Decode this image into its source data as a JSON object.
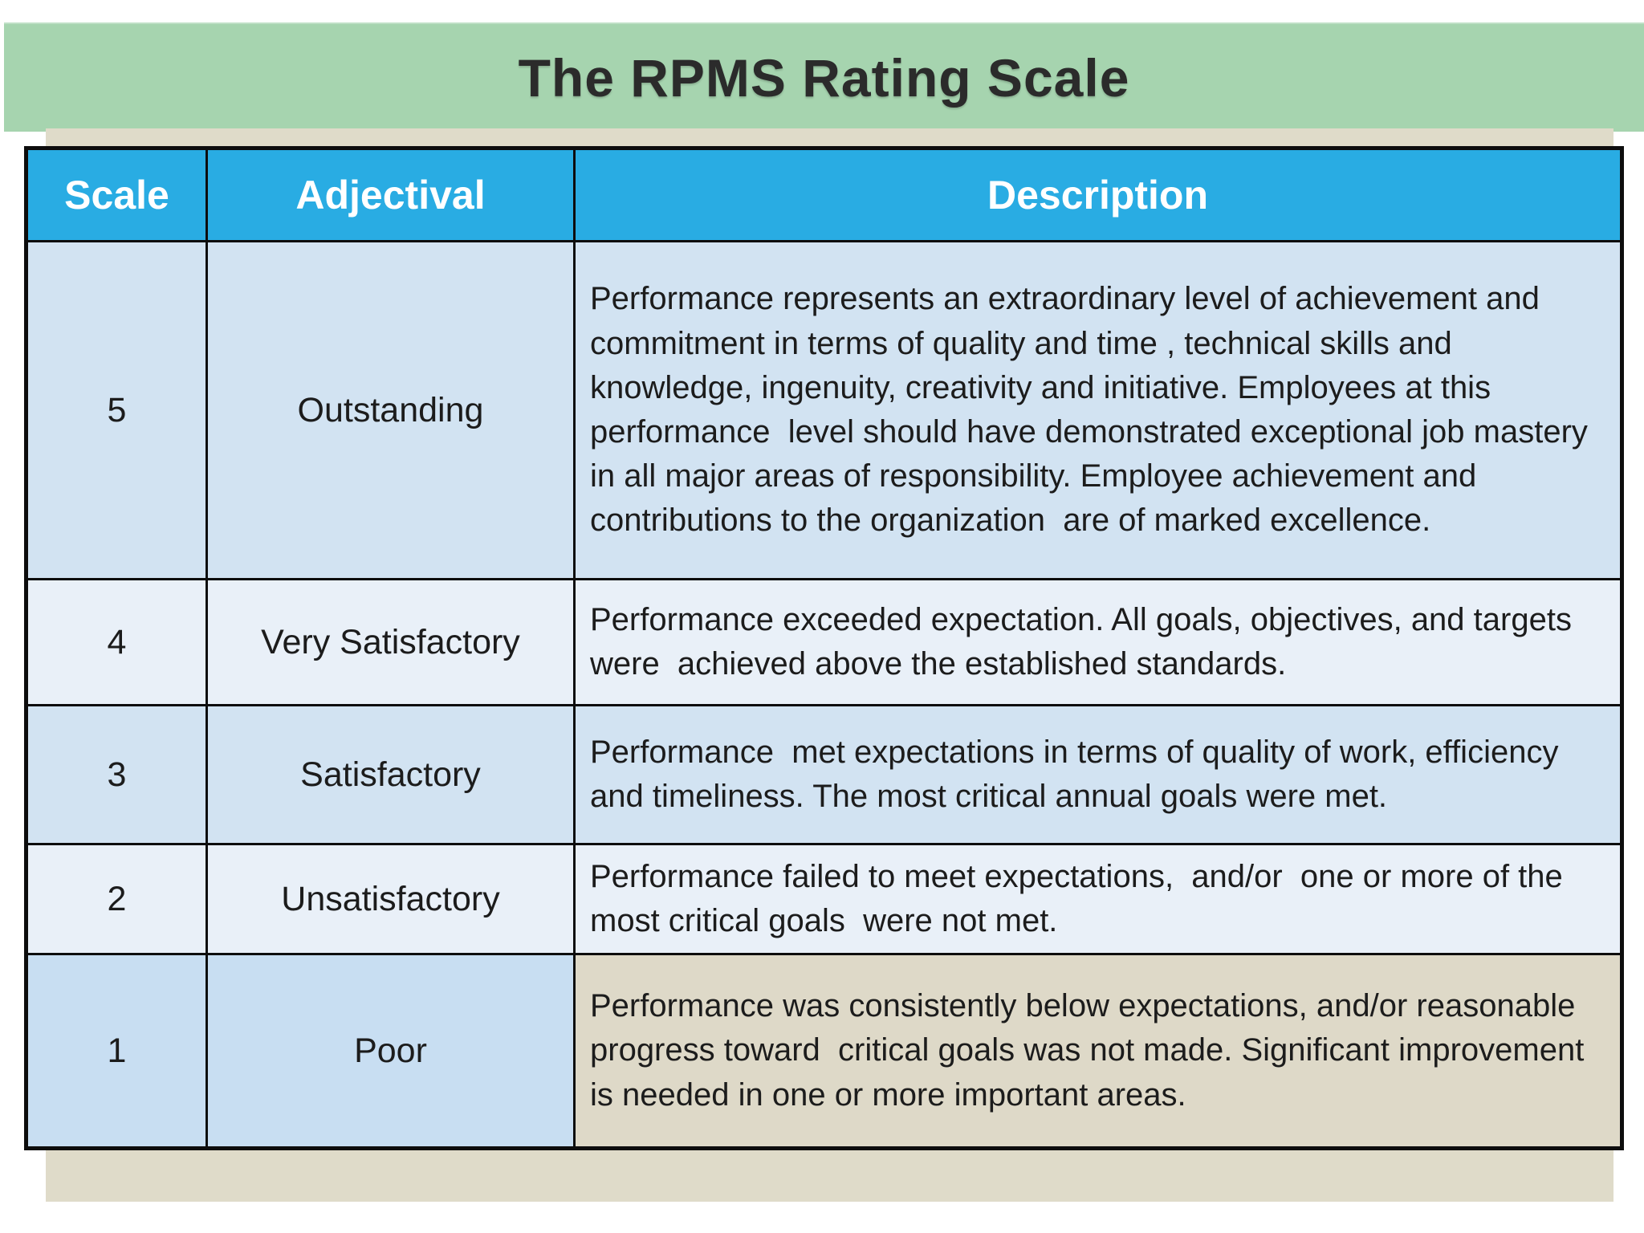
{
  "title": "The RPMS Rating Scale",
  "colors": {
    "title_band_green": "#a6d4af",
    "header_blue": "#29ace3",
    "row_light_blue": "#d2e3f2",
    "row_lighter_blue": "#e9f0f8",
    "last_row_blue": "#c8def2",
    "last_row_desc_beige": "#ded9c8",
    "page_panel_beige": "#dfdbc9",
    "border_black": "#0d0d0d",
    "header_text": "#ffffff",
    "body_text": "#1c1c1c"
  },
  "table": {
    "headers": [
      "Scale",
      "Adjectival",
      "Description"
    ],
    "rows": [
      {
        "scale": "5",
        "adjectival": "Outstanding",
        "description": "Performance represents an extraordinary level of achievement and commitment in terms of quality and time , technical skills and knowledge, ingenuity, creativity and initiative. Employees at this performance  level should have demonstrated exceptional job mastery in all major areas of responsibility. Employee achievement and contributions to the organization  are of marked excellence."
      },
      {
        "scale": "4",
        "adjectival": "Very Satisfactory",
        "description": "Performance exceeded expectation. All goals, objectives, and targets  were  achieved above the established standards."
      },
      {
        "scale": "3",
        "adjectival": "Satisfactory",
        "description": "Performance  met expectations in terms of quality of work, efficiency and timeliness. The most critical annual goals were met."
      },
      {
        "scale": "2",
        "adjectival": "Unsatisfactory",
        "description": "Performance failed to meet expectations,  and/or  one or more of the most critical goals  were not met."
      },
      {
        "scale": "1",
        "adjectival": "Poor",
        "description": "Performance was consistently below expectations, and/or reasonable progress toward  critical goals was not made. Significant improvement is needed in one or more important areas."
      }
    ]
  }
}
